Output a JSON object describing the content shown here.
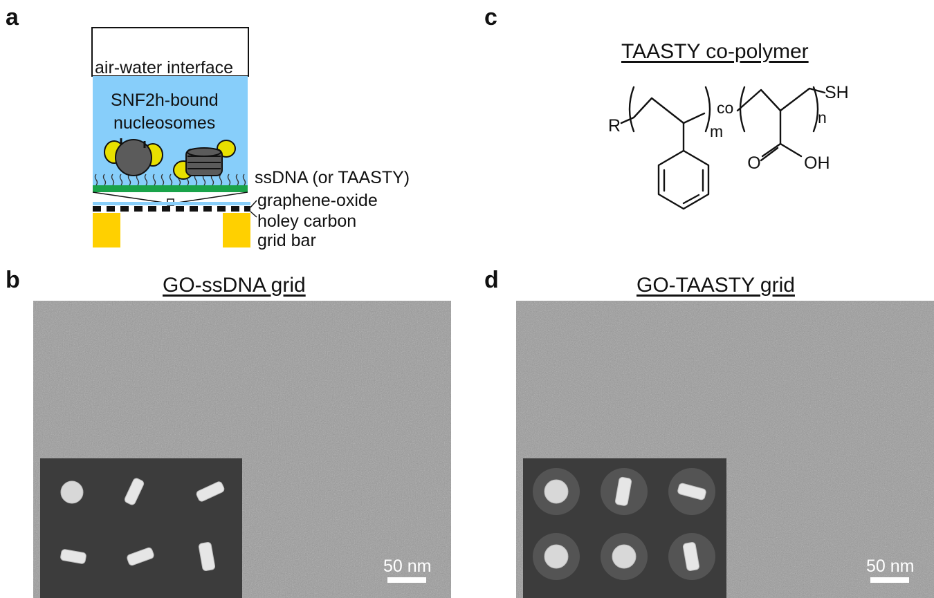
{
  "panels": {
    "a": {
      "letter": "a",
      "box_top_text": "air-water interface",
      "box_main_line1": "SNF2h-bound",
      "box_main_line2": "nucleosomes",
      "side_labels": [
        "ssDNA (or TAASTY)",
        "graphene-oxide",
        "holey carbon",
        "grid bar"
      ]
    },
    "b": {
      "letter": "b",
      "title": "GO-ssDNA grid",
      "scale_label": "50 nm"
    },
    "c": {
      "letter": "c",
      "title": "TAASTY co-polymer",
      "atoms": {
        "r": "R",
        "m": "m",
        "co": "co",
        "n": "n",
        "sh": "SH",
        "o": "O",
        "oh": "OH"
      }
    },
    "d": {
      "letter": "d",
      "title": "GO-TAASTY grid",
      "scale_label": "50 nm"
    }
  },
  "colors": {
    "sky": "#87cefa",
    "grass": "#1aa34a",
    "gold": "#ffd000",
    "yellow": "#e8e000",
    "gray": "#5b5b5b",
    "micrograph": "#9a9a9a",
    "inset": "#3c3c3c"
  }
}
